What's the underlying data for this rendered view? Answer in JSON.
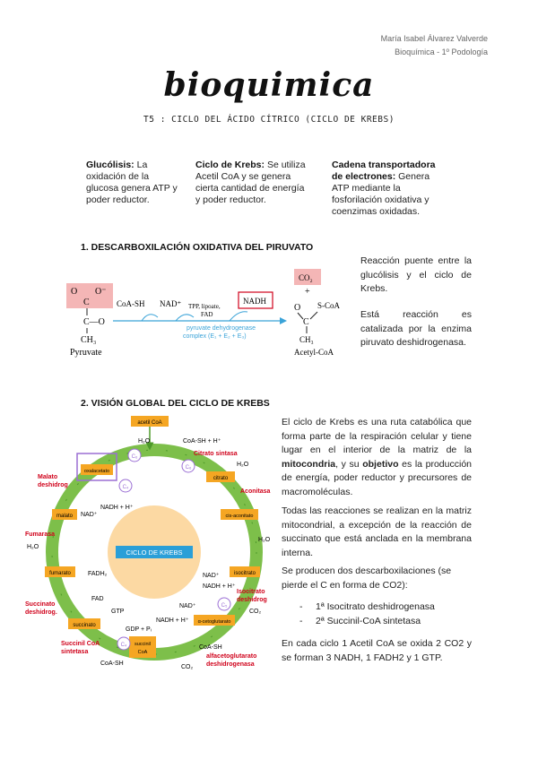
{
  "header": {
    "author": "María Isabel Álvarez Valverde",
    "course": "Bioquímica - 1º Podología"
  },
  "brand": "bioquimica",
  "subtitle": "T5 :  CICLO DEL ÁCIDO CÍTRICO (CICLO DE KREBS)",
  "intro": {
    "col1": {
      "term": "Glucólisis:",
      "text": " La oxidación de la glucosa genera ATP y poder reductor."
    },
    "col2": {
      "term": "Ciclo de Krebs:",
      "text": " Se utiliza Acetil CoA y se genera cierta cantidad de energía y poder reductor."
    },
    "col3": {
      "term": "Cadena transportadora de electrones:",
      "text": " Genera ATP mediante la fosforilación oxidativa y coenzimas oxidadas."
    }
  },
  "section1": {
    "title": "1.   DESCARBOXILACIÓN OXIDATIVA DEL PIRUVATO",
    "p1": "Reacción puente entre la glucólisis y el ciclo de Krebs.",
    "p2": "Está reacción es catalizada por la enzima piruvato deshidrogenasa.",
    "diagram": {
      "o_minus": "O⁻",
      "o": "O",
      "c1": "C",
      "co": "C—O",
      "ch3": "CH₃",
      "pyruvate": "Pyruvate",
      "coash": "CoA-SH",
      "nad": "NAD⁺",
      "tpp": "TPP, lipoate,",
      "fad": "FAD",
      "enzyme1": "pyruvate dehydrogenase",
      "enzyme2": "complex (E₁ + E₂ + E₃)",
      "nadh": "NADH",
      "co2": "CO₂",
      "plus": "+",
      "scoa": "S-CoA",
      "acetyl": "Acetyl-CoA",
      "o2": "O",
      "c2": "C",
      "ch3b": "CH₃"
    }
  },
  "section2": {
    "title": "2.   VISIÓN GLOBAL DEL CICLO DE KREBS",
    "p1_a": "El ciclo de Krebs es una ruta catabólica que forma parte de la respiración celular y tiene lugar en el interior de la matriz de la ",
    "p1_b": "mitocondria",
    "p1_c": ", y su ",
    "p1_d": "objetivo",
    "p1_e": " es la producción de energía, poder reductor y precursores de macromoléculas.",
    "p2": "Todas las reacciones se realizan en la matriz mitocondrial, a excepción de la reacción de succinato que está anclada en la membrana interna.",
    "p3": "Se producen dos descarboxilaciones (se pierde el C en forma de CO2):",
    "bullets": [
      "1ª Isocitrato deshidrogenasa",
      "2ª Succinil-CoA sintetasa"
    ],
    "p4": "En cada ciclo 1 Acetil CoA se oxida 2 CO2 y se forman 3 NADH, 1 FADH2 y 1 GTP.",
    "cycle": {
      "center": "CICLO DE KREBS",
      "acetylcoa": "acetil CoA",
      "h2o_top": "H₂O",
      "coash_top": "CoA-SH + H⁺",
      "citrato_sintasa": "Citrato sintasa",
      "citrato": "citrato",
      "h2o_r": "H₂O",
      "aconitasa": "Aconitasa",
      "cisaconitato": "cis-aconitato",
      "h2o_r2": "H₂O",
      "isocitrato": "isocitrato",
      "nad_iso": "NAD⁺",
      "nadh_iso": "NADH + H⁺",
      "isocitrato_dh1": "Isocitrato",
      "isocitrato_dh2": "deshidrog",
      "co2_iso": "CO₂",
      "akg": "α-cetoglutarato",
      "nad_akg": "NAD⁺",
      "nadh_akg": "NADH + H⁺",
      "akg_dh1": "alfacetoglutarato",
      "akg_dh2": "deshidrogenasa",
      "co2_akg": "CO₂",
      "coash_akg": "CoA-SH",
      "succinilcoa1": "succinil",
      "succinilcoa2": "CoA",
      "gdp": "GDP + Pᵢ",
      "gtp": "GTP",
      "coash_suc": "CoA-SH",
      "succinil_sint1": "Succinil CoA",
      "succinil_sint2": "sintetasa",
      "succinato": "succinato",
      "fad": "FAD",
      "fadh2": "FADH₂",
      "succinato_dh1": "Succinato",
      "succinato_dh2": "deshidrog.",
      "fumarato": "fumarato",
      "fumarasa": "Fumarasa",
      "h2o_l": "H₂O",
      "malato": "malato",
      "malato_dh1": "Malato",
      "malato_dh2": "deshidrog",
      "nad_mal": "NAD⁺",
      "nadh_mal": "NADH + H⁺",
      "oxalacetato": "oxalacetato",
      "c4": "C₄",
      "c6": "C₆",
      "c5": "C₅"
    }
  },
  "colors": {
    "ring": "#7dbf4a",
    "ring_dark": "#4e9a2a",
    "box": "#f5a623",
    "enzyme": "#d0021b",
    "center": "#fcd9a3",
    "highlight": "#f4b6b6",
    "nadh_box": "#d0021b",
    "purple": "#9b6fd4"
  }
}
